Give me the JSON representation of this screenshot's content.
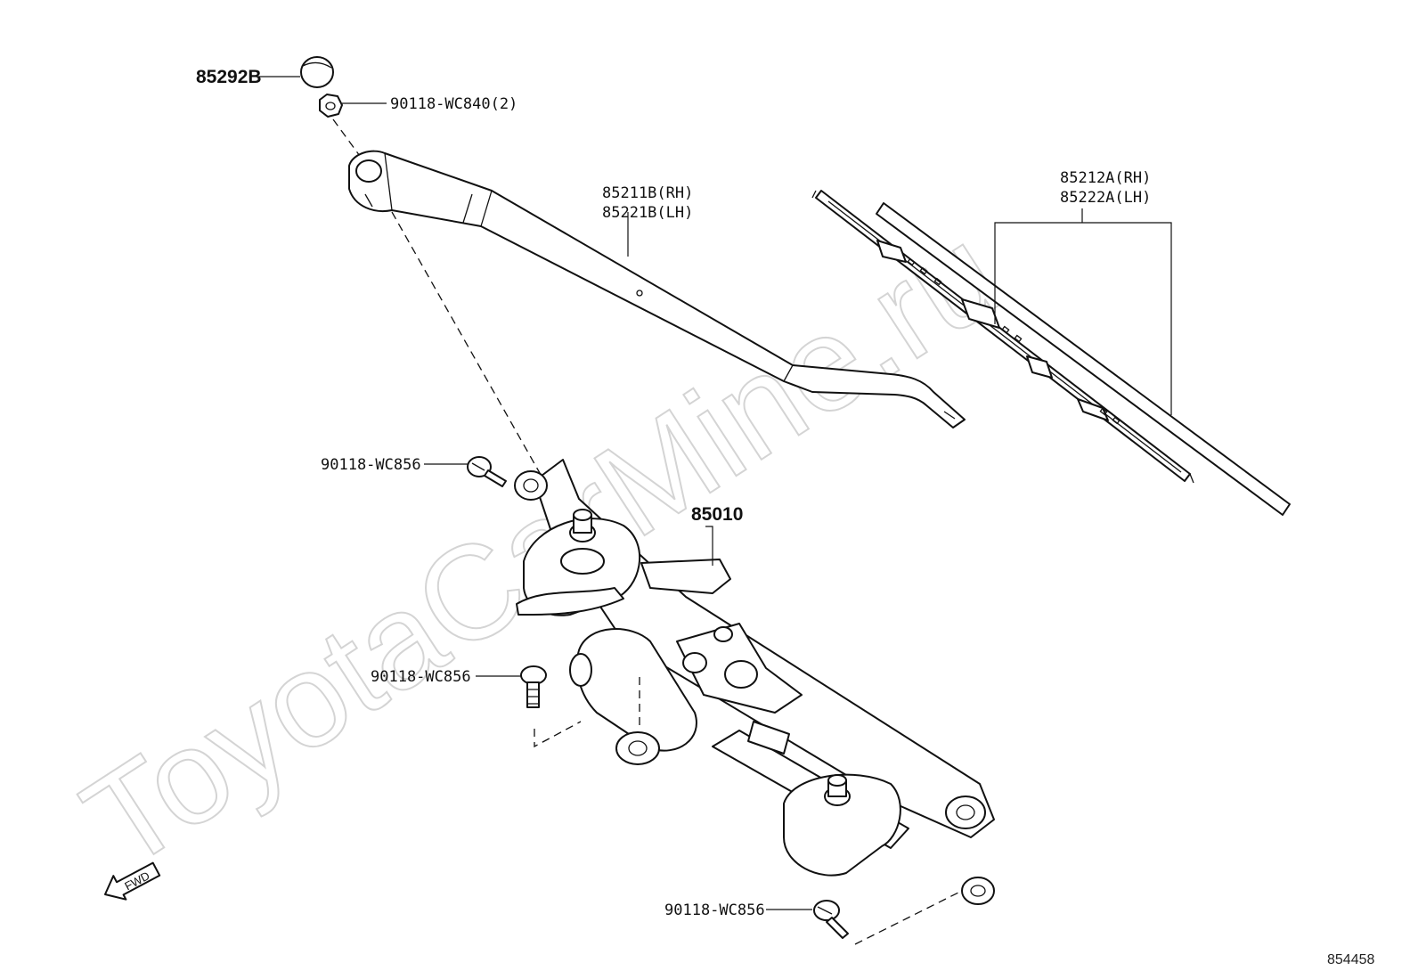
{
  "watermark": "ToyotaCarMine.ru",
  "diagram_number": "854458",
  "fwd_label": "FWD",
  "parts": {
    "cap": "85292B",
    "nut": "90118-WC840(2)",
    "arm_rh": "85211B(RH)",
    "arm_lh": "85221B(LH)",
    "blade_rh": "85212A(RH)",
    "blade_lh": "85222A(LH)",
    "link_assembly": "85010",
    "bolt_upper": "90118-WC856",
    "bolt_middle": "90118-WC856",
    "bolt_lower": "90118-WC856"
  }
}
